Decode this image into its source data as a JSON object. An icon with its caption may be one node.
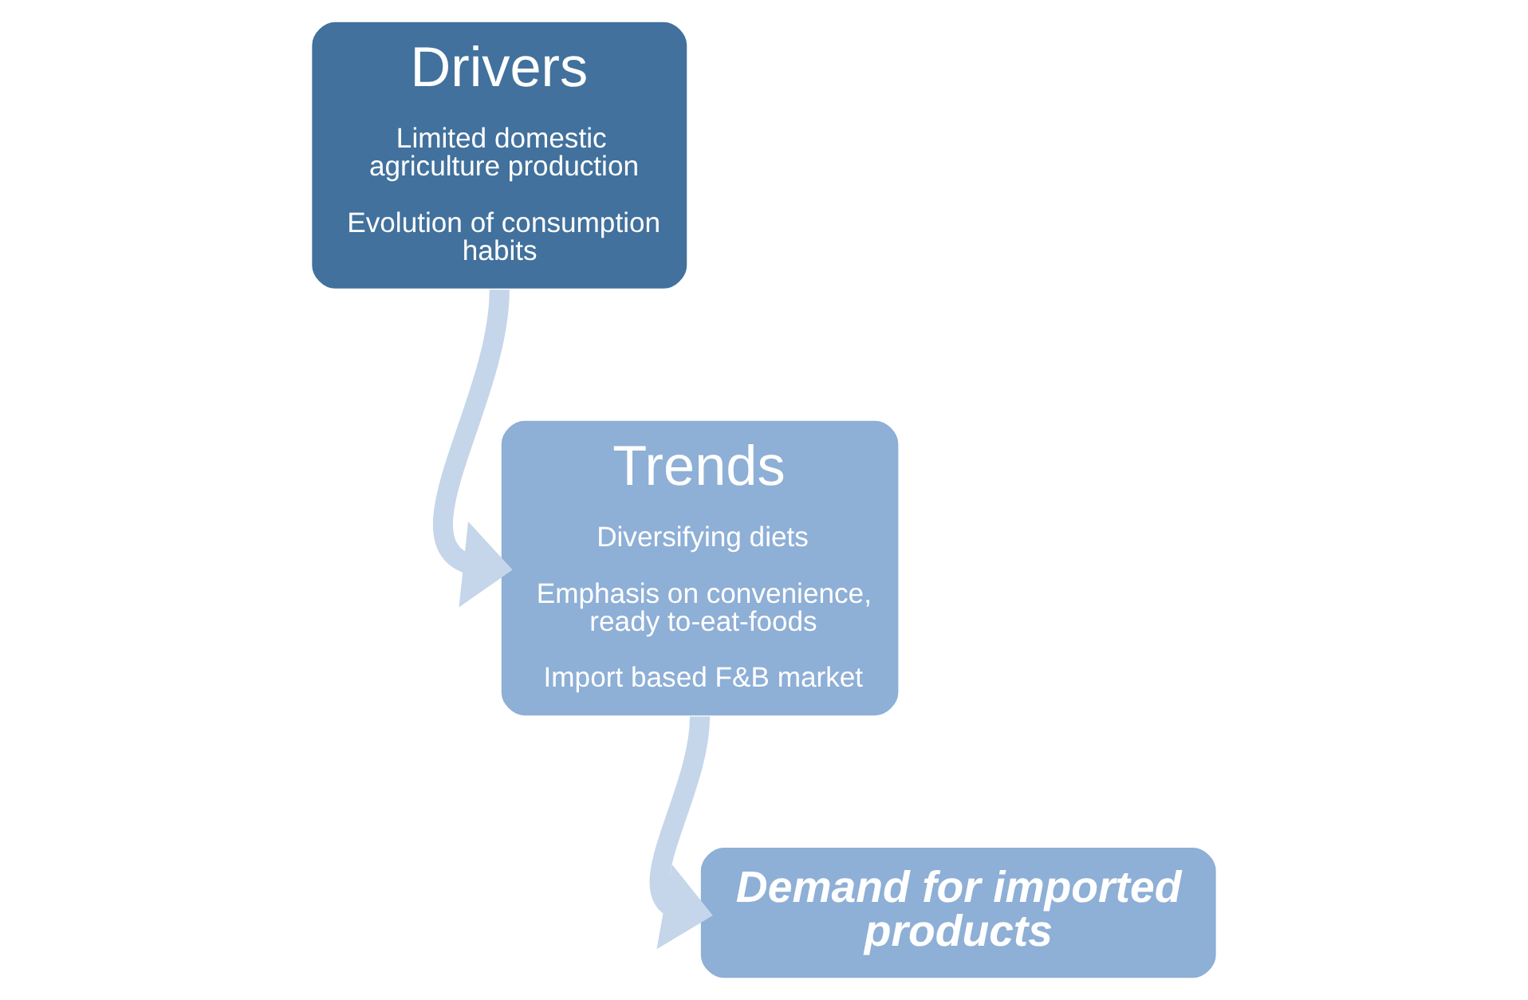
{
  "diagram": {
    "nodes": [
      {
        "text": [
          "Drivers",
          "Limited domestic agriculture production",
          "Evolution of consumption habits"
        ]
      },
      {
        "text": [
          "Trends",
          "Diversifying diets",
          "Emphasis on convenience, ready to-eat-foods",
          "Import based F&B market"
        ]
      },
      {
        "text": [
          "Demand for imported products"
        ]
      }
    ],
    "edges": [
      {
        "from": 0,
        "to": 1,
        "arrow": "to"
      },
      {
        "from": 1,
        "to": 2,
        "arrow": "to"
      }
    ]
  }
}
